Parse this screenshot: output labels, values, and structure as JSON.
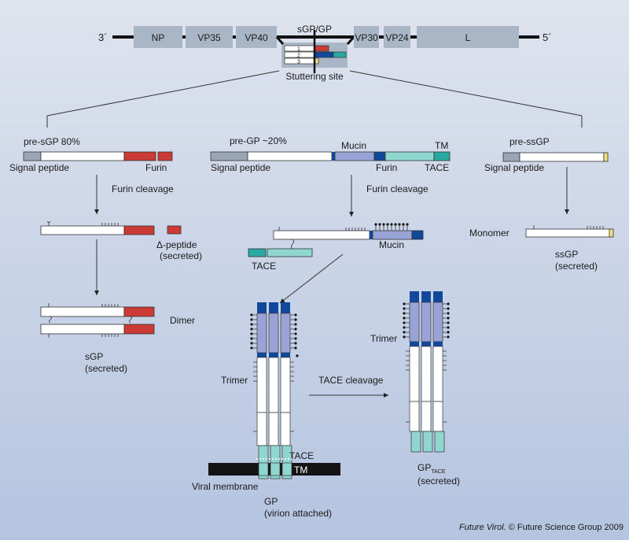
{
  "genome": {
    "end_left": "3´",
    "end_right": "5´",
    "genes": [
      "NP",
      "VP35",
      "VP40",
      "VP30",
      "VP24",
      "L"
    ],
    "sgp_gp_label": "sGP/GP",
    "frames": [
      "1",
      "2",
      "3"
    ],
    "stuttering_site": "Stuttering site"
  },
  "sgp_branch": {
    "precursor": "pre-sGP 80%",
    "signal_peptide": "Signal peptide",
    "furin": "Furin",
    "step": "Furin cleavage",
    "delta_peptide": "Δ-peptide",
    "delta_secreted": "(secreted)",
    "dimer": "Dimer",
    "product": "sGP",
    "product_secreted": "(secreted)"
  },
  "gp_branch": {
    "precursor": "pre-GP ~20%",
    "mucin": "Mucin",
    "tm": "TM",
    "signal_peptide": "Signal peptide",
    "furin": "Furin",
    "tace": "TACE",
    "step": "Furin cleavage",
    "mucin2": "Mucin",
    "tace2": "TACE",
    "trimer": "Trimer",
    "tace3": "TACE",
    "tm2": "TM",
    "viral_membrane": "Viral membrane",
    "gp": "GP",
    "gp_attached": "(virion attached)",
    "tace_cleavage": "TACE cleavage",
    "trimer2": "Trimer",
    "gptace_main": "GP",
    "gptace_sub": "TACE",
    "gptace_secreted": "(secreted)"
  },
  "ssgp_branch": {
    "precursor": "pre-ssGP",
    "signal_peptide": "Signal peptide",
    "monomer": "Monomer",
    "product": "ssGP",
    "product_secreted": "(secreted)"
  },
  "credit_journal": "Future Virol.",
  "credit_rest": " © Future Science Group 2009",
  "colors": {
    "background_top": "#dde3ee",
    "background_bottom": "#b8c7e2",
    "gene_box": "#a9b6c6",
    "signal_peptide": "#9aa6b6",
    "furin_fragment": "#cc3a36",
    "mucin": "#9aa3d6",
    "dark_blue": "#12489a",
    "teal": "#8fd6d0",
    "teal_dark": "#2aa9a2",
    "yellow": "#f4e07a",
    "membrane": "#141414"
  }
}
